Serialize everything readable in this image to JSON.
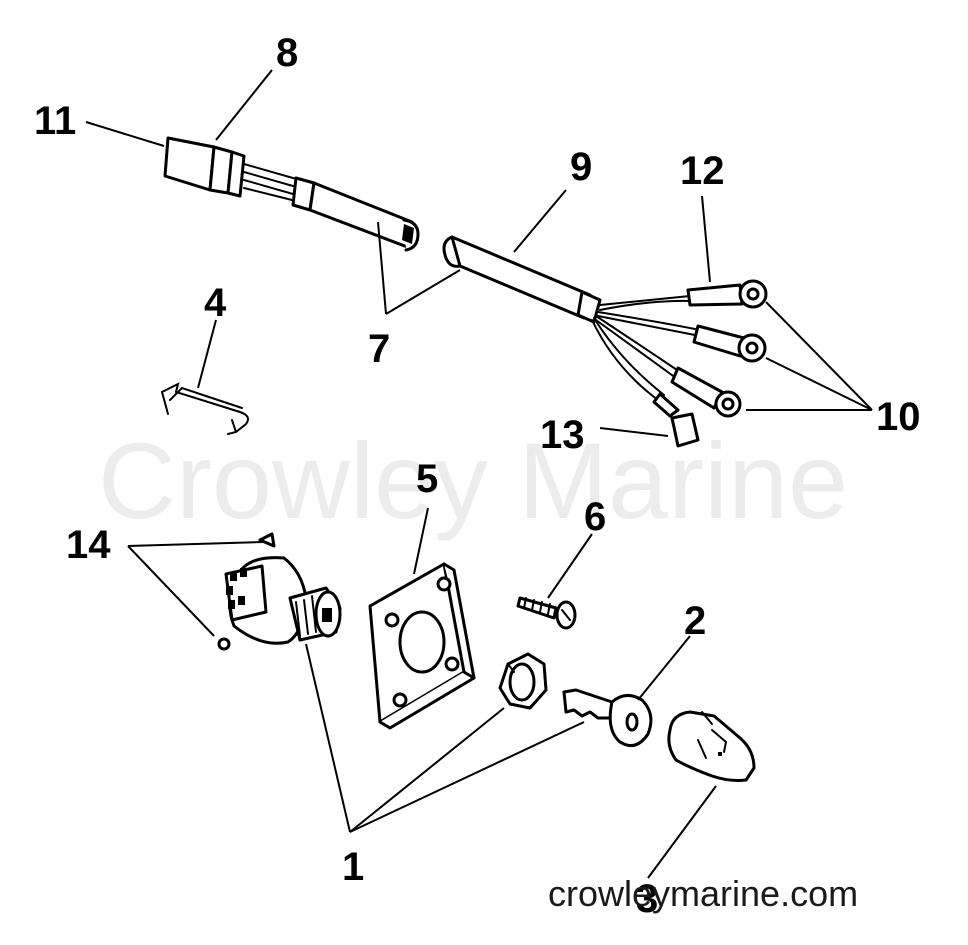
{
  "watermark": "Crowley Marine",
  "footer": "crowleymarine.com",
  "callouts": {
    "c1": "1",
    "c2": "2",
    "c3": "3",
    "c4": "4",
    "c5": "5",
    "c6": "6",
    "c7": "7",
    "c8": "8",
    "c9": "9",
    "c10": "10",
    "c11": "11",
    "c12": "12",
    "c13": "13",
    "c14": "14"
  }
}
